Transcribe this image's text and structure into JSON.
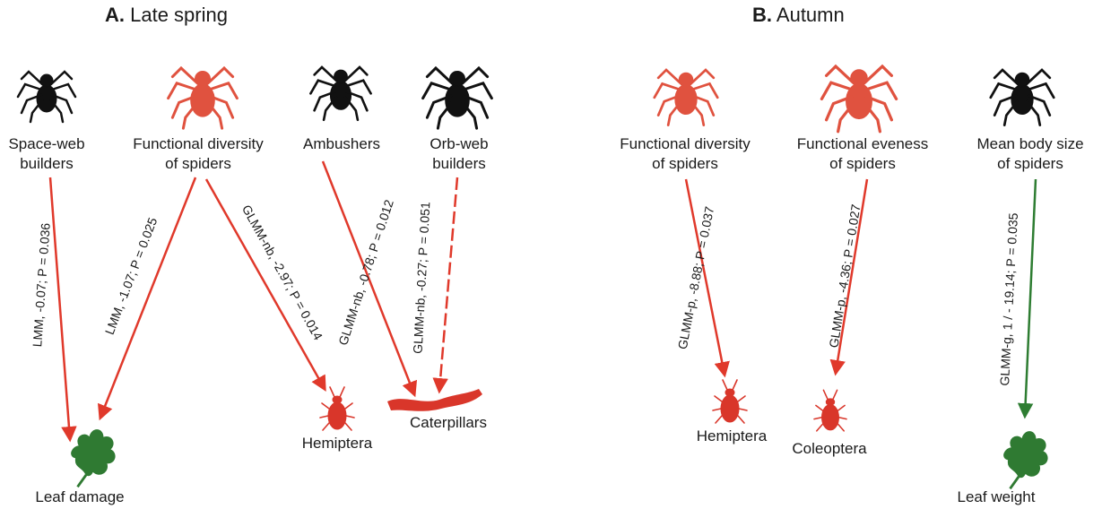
{
  "panels": {
    "a": {
      "letter": "A.",
      "title": "Late spring",
      "sources": {
        "space_web": [
          "Space-web",
          "builders"
        ],
        "func_div": [
          "Functional diversity",
          "of spiders"
        ],
        "ambushers": [
          "Ambushers"
        ],
        "orb_web": [
          "Orb-web",
          "builders"
        ]
      },
      "targets": {
        "leaf_damage": "Leaf damage",
        "hemiptera": "Hemiptera",
        "caterpillars": "Caterpillars"
      },
      "edges": {
        "e1": "LMM, -0.07; P = 0.036",
        "e2": "LMM, -1.07; P = 0.025",
        "e3": "GLMM-nb, -2.97; P = 0.014",
        "e4": "GLMM-nb, -0.78; P = 0.012",
        "e5": "GLMM-nb, -0.27; P = 0.051"
      }
    },
    "b": {
      "letter": "B.",
      "title": "Autumn",
      "sources": {
        "func_div": [
          "Functional diversity",
          "of spiders"
        ],
        "func_even": [
          "Functional eveness",
          "of spiders"
        ],
        "body_size": [
          "Mean body size",
          "of spiders"
        ]
      },
      "targets": {
        "hemiptera": "Hemiptera",
        "coleoptera": "Coleoptera",
        "leaf_weight": "Leaf weight"
      },
      "edges": {
        "e1": "GLMM-p, -8.88; P = 0.037",
        "e2": "GLMM-p, -4.36; P = 0.027",
        "e3": "GLMM-g, 1 / - 19.14; P = 0.035"
      }
    }
  },
  "colors": {
    "negative": "#e0392b",
    "positive": "#2e7d32",
    "spider_black": "#111111",
    "spider_red": "#e0523f",
    "insect_red": "#d9362a",
    "leaf_green": "#2f7a32"
  }
}
